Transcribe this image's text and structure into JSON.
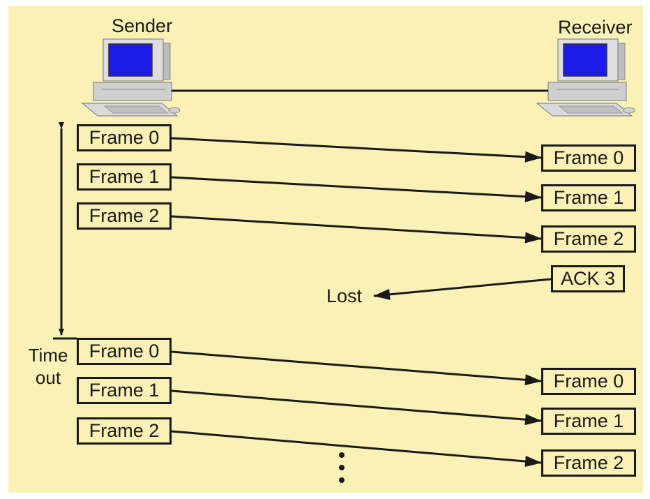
{
  "sender_label": "Sender",
  "receiver_label": "Receiver",
  "sent_frames": [
    "Frame 0",
    "Frame 1",
    "Frame 2"
  ],
  "received_frames": [
    "Frame 0",
    "Frame 1",
    "Frame 2"
  ],
  "ack_label": "ACK 3",
  "lost_label": "Lost",
  "timeout_label": "Time out",
  "resent_frames": [
    "Frame 0",
    "Frame 1",
    "Frame 2"
  ],
  "received_again_frames": [
    "Frame 0",
    "Frame 1",
    "Frame 2"
  ],
  "colors": {
    "background": "#faf1b6",
    "ink": "#1a1a1a",
    "screen": "#1c1ce6"
  }
}
